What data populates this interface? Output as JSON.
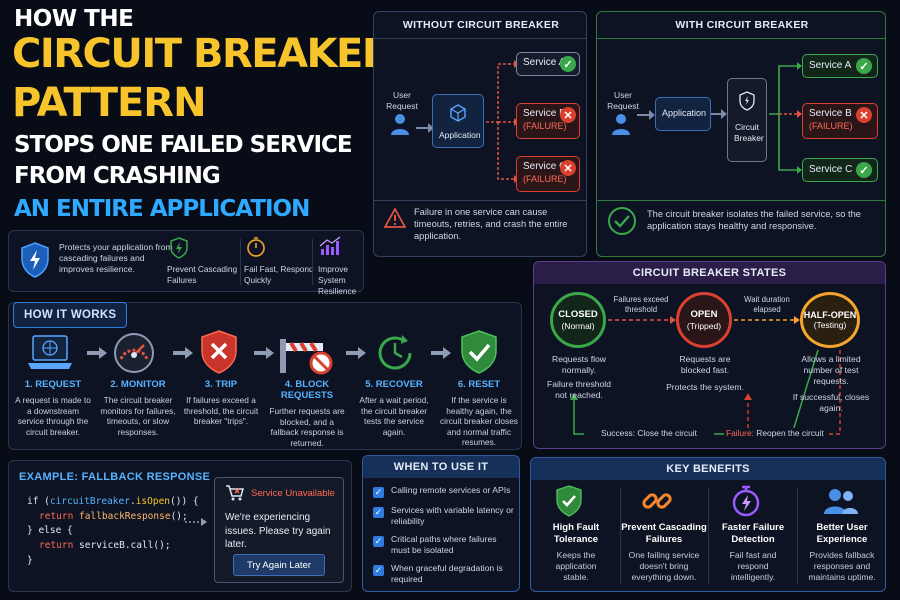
{
  "title": {
    "line1": "HOW THE",
    "line2": "CIRCUIT BREAKER",
    "line3": "PATTERN",
    "line4": "STOPS ONE FAILED SERVICE",
    "line5": "FROM CRASHING",
    "line6": "AN ENTIRE APPLICATION"
  },
  "intro": {
    "text": "Protects your application from cascading failures and improves resilience.",
    "items": [
      {
        "label": "Prevent Cascading Failures"
      },
      {
        "label": "Fail Fast, Respond Quickly"
      },
      {
        "label": "Improve System Resilience"
      }
    ]
  },
  "without": {
    "heading": "WITHOUT CIRCUIT BREAKER",
    "user": "User Request",
    "app": "Application",
    "services": [
      {
        "name": "Service A",
        "status": ""
      },
      {
        "name": "Service B",
        "status": "(FAILURE)"
      },
      {
        "name": "Service C",
        "status": "(FAILURE)"
      }
    ],
    "note": "Failure in one service can cause timeouts, retries, and crash the entire application."
  },
  "with": {
    "heading": "WITH CIRCUIT BREAKER",
    "user": "User Request",
    "app": "Application",
    "breaker": "Circuit Breaker",
    "services": [
      {
        "name": "Service A",
        "status": ""
      },
      {
        "name": "Service B",
        "status": "(FAILURE)"
      },
      {
        "name": "Service C",
        "status": ""
      }
    ],
    "note": "The circuit breaker isolates the failed service, so the application stays healthy and responsive."
  },
  "how": {
    "heading": "HOW IT WORKS",
    "steps": [
      {
        "title": "1. REQUEST",
        "desc": "A request is made to a downstream service through the circuit breaker."
      },
      {
        "title": "2. MONITOR",
        "desc": "The circuit breaker monitors for failures, timeouts, or slow responses."
      },
      {
        "title": "3. TRIP",
        "desc": "If failures exceed a threshold, the circuit breaker \"trips\"."
      },
      {
        "title": "4. BLOCK REQUESTS",
        "desc": "Further requests are blocked, and a fallback response is returned."
      },
      {
        "title": "5. RECOVER",
        "desc": "After a wait period, the circuit breaker tests the service again."
      },
      {
        "title": "6. RESET",
        "desc": "If the service is healthy again, the circuit breaker closes and normal traffic resumes."
      }
    ]
  },
  "states": {
    "heading": "CIRCUIT BREAKER STATES",
    "closed": {
      "name": "CLOSED",
      "sub": "(Normal)",
      "desc1": "Requests flow normally.",
      "desc2": "Failure threshold not reached."
    },
    "open": {
      "name": "OPEN",
      "sub": "(Tripped)",
      "desc1": "Requests are blocked fast.",
      "desc2": "Protects the system."
    },
    "half": {
      "name": "HALF-OPEN",
      "sub": "(Testing)",
      "desc1": "Allows a limited number of test requests.",
      "desc2": "If successful, closes again."
    },
    "t1": "Failures exceed threshold",
    "t2": "Wait duration elapsed",
    "success": "Success: Close the circuit",
    "failure_label": "Failure:",
    "failure_text": " Reopen the circuit"
  },
  "example": {
    "heading": "EXAMPLE: FALLBACK RESPONSE",
    "code": {
      "l1a": "if (",
      "l1b": "circuitBreaker",
      "l1c": ".",
      "l1d": "isOpen",
      "l1e": "()) {",
      "l2a": "return ",
      "l2b": "fallbackResponse",
      "l2c": "();",
      "l3": "} else {",
      "l4a": "return ",
      "l4b": "serviceB",
      "l4c": ".call();",
      "l5": "}"
    },
    "card_title": "Service Unavailable",
    "card_text": "We're experiencing issues. Please try again later.",
    "button": "Try Again Later"
  },
  "when": {
    "heading": "WHEN TO USE IT",
    "items": [
      "Calling remote services or APIs",
      "Services with variable latency or reliability",
      "Critical paths where failures must be isolated",
      "When graceful degradation is required"
    ]
  },
  "benefits": {
    "heading": "KEY BENEFITS",
    "items": [
      {
        "title": "High Fault Tolerance",
        "desc": "Keeps the application stable."
      },
      {
        "title": "Prevent Cascading Failures",
        "desc": "One failing service doesn't bring everything down."
      },
      {
        "title": "Faster Failure Detection",
        "desc": "Fail fast and respond intelligently."
      },
      {
        "title": "Better User Experience",
        "desc": "Provides fallback responses and maintains uptime."
      }
    ]
  },
  "colors": {
    "accent_yellow": "#f7c42b",
    "accent_blue": "#2fa8ff",
    "success": "#3aa84a",
    "failure": "#d9402f"
  }
}
